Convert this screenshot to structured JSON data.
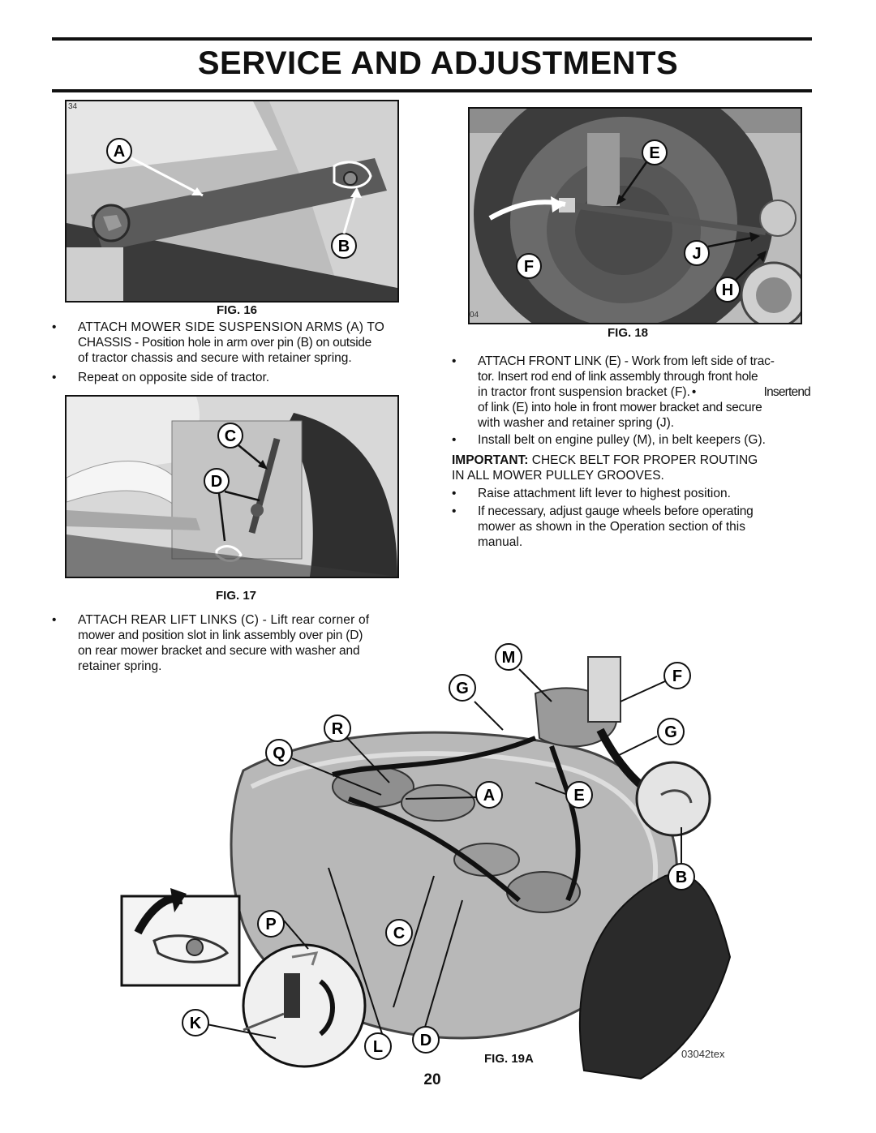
{
  "page_title": "SERVICE AND ADJUSTMENTS",
  "page_number": "20",
  "fig16": {
    "caption": "FIG. 16",
    "corner_code": "34",
    "labels": [
      "A",
      "B"
    ]
  },
  "fig16_text": {
    "b1_l1": "ATTACH MOWER SIDE SUSPENSION ARMS (A) TO",
    "b1_l2": "CHASSIS - Position hole in arm over pin (B) on outside",
    "b1_l3": "of tractor chassis and secure with retainer spring.",
    "b2": "Repeat on opposite side of tractor."
  },
  "fig17": {
    "caption": "FIG. 17",
    "labels": [
      "C",
      "D"
    ]
  },
  "fig17_text": {
    "l1": "ATTACH REAR LIFT LINKS (C) - Lift rear corner of",
    "l2": "mower and position slot in link assembly over pin (D)",
    "l3": "on rear mower bracket and secure with washer and",
    "l4": "retainer spring."
  },
  "fig18": {
    "caption": "FIG. 18",
    "corner_code": "04",
    "labels": [
      "E",
      "F",
      "J",
      "H"
    ]
  },
  "fig18_text": {
    "b1_l1": "ATTACH FRONT LINK (E) - Work from left side of trac-",
    "b1_l2a": "tor. Insert rod end of link assembly through front hole",
    "b1_l3a": "in tractor front suspension bracket (F).",
    "b1_l3b": "Insertend",
    "b1_l4": "of link (E) into hole in front mower bracket and secure",
    "b1_l5": "with washer and retainer spring (J).",
    "b2": "Install belt on engine pulley (M), in belt keepers (G).",
    "important_label": "IMPORTANT:",
    "important_l1": "CHECK BELT FOR PROPER ROUTING",
    "important_l2": "IN ALL MOWER PULLEY GROOVES.",
    "b3": "Raise attachment lift lever to highest position.",
    "b4_l1": "If necessary, adjust gauge wheels before operating",
    "b4_l2": "mower as shown in the Operation section of this",
    "b4_l3": "manual."
  },
  "fig19a": {
    "caption": "FIG. 19A",
    "code": "03042tex",
    "labels": {
      "M": "M",
      "G1": "G",
      "F": "F",
      "R": "R",
      "G2": "G",
      "Q": "Q",
      "A": "A",
      "E": "E",
      "B": "B",
      "P": "P",
      "C": "C",
      "K": "K",
      "L": "L",
      "D": "D"
    }
  },
  "bullet_char": "•"
}
